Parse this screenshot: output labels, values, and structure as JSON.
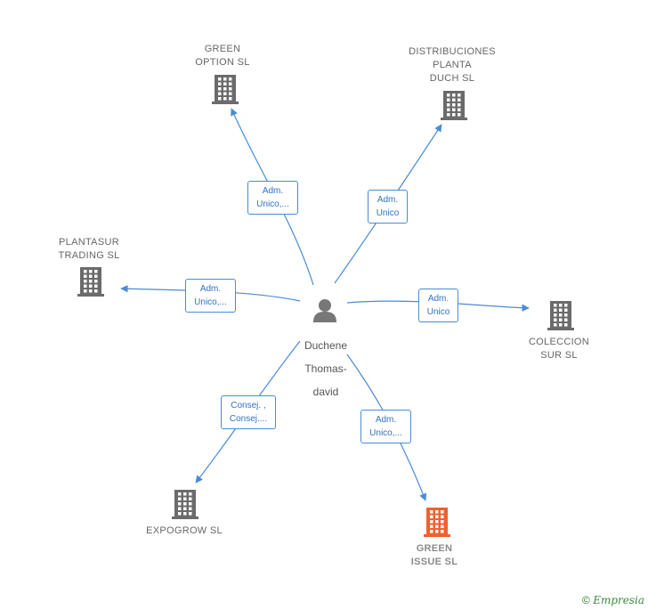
{
  "person": {
    "name": "Duchene Thomas-david",
    "lines": [
      "Duchene",
      "Thomas-",
      "david"
    ]
  },
  "colors": {
    "edge": "#4a8bd6",
    "building": "#6b6b6b",
    "building_highlight": "#f0612e"
  },
  "companies": [
    {
      "id": "green-option",
      "name": "GREEN\nOPTION  SL",
      "highlight": false
    },
    {
      "id": "distribuciones",
      "name": "DISTRIBUCIONES\nPLANTA\nDUCH  SL",
      "highlight": false
    },
    {
      "id": "plantasur",
      "name": "PLANTASUR\nTRADING  SL",
      "highlight": false
    },
    {
      "id": "coleccion",
      "name": "COLECCION\nSUR  SL",
      "highlight": false
    },
    {
      "id": "expogrow",
      "name": "EXPOGROW SL",
      "highlight": false
    },
    {
      "id": "green-issue",
      "name": "GREEN\nISSUE  SL",
      "highlight": true
    }
  ],
  "roles": [
    {
      "id": "role-green-option",
      "lines": [
        "Adm.",
        "Unico,..."
      ]
    },
    {
      "id": "role-distribuciones",
      "lines": [
        "Adm.",
        "Unico"
      ]
    },
    {
      "id": "role-plantasur",
      "lines": [
        "Adm.",
        "Unico,..."
      ]
    },
    {
      "id": "role-coleccion",
      "lines": [
        "Adm.",
        "Unico"
      ]
    },
    {
      "id": "role-expogrow",
      "lines": [
        "Consej. ,",
        "Consej...."
      ]
    },
    {
      "id": "role-green-issue",
      "lines": [
        "Adm.",
        "Unico,..."
      ]
    }
  ],
  "footer": {
    "copyright": "©",
    "brand": "Empresia"
  }
}
